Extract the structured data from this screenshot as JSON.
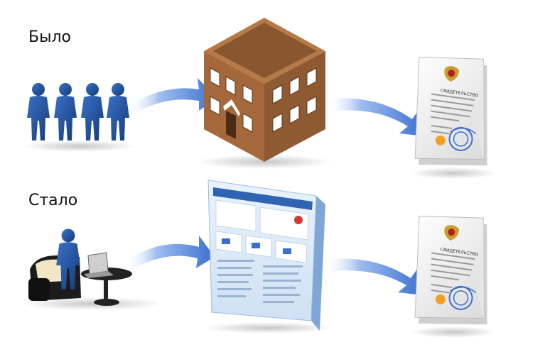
{
  "rows": {
    "before": {
      "label": "Было"
    },
    "after": {
      "label": "Стало"
    }
  },
  "certificate": {
    "title": "СВИДЕТЕЛЬСТВО"
  },
  "colors": {
    "people": "#1f4f9e",
    "arrow": "#4f7fd6",
    "building_wall": "#a5683a",
    "building_roof": "#7c4a26",
    "window": "#ffffff",
    "portal": "#cfe3f7",
    "seal": "#3a6fd0",
    "stamp": "#f0a020"
  },
  "icons": {
    "people": "queue-of-people-icon",
    "building": "office-building-icon",
    "website": "government-portal-icon",
    "person_at_computer": "person-at-laptop-icon",
    "document": "certificate-document-icon",
    "arrow": "curved-arrow-icon"
  }
}
